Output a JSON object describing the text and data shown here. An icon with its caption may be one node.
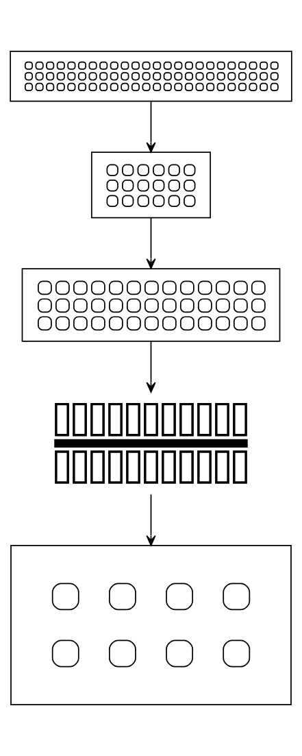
{
  "diagram": {
    "nodes": [
      {
        "text": [],
        "shape": "box"
      },
      {
        "text": [],
        "shape": "box"
      },
      {
        "text": [],
        "shape": "box"
      },
      {
        "text": [],
        "shape": "bar"
      },
      {
        "text": [],
        "shape": "box"
      }
    ],
    "edges": [
      {
        "from": 0,
        "to": 1,
        "arrow": "to"
      },
      {
        "from": 1,
        "to": 2,
        "arrow": "to"
      },
      {
        "from": 2,
        "to": 3,
        "arrow": "to"
      },
      {
        "from": 3,
        "to": 4,
        "arrow": "to"
      }
    ]
  }
}
